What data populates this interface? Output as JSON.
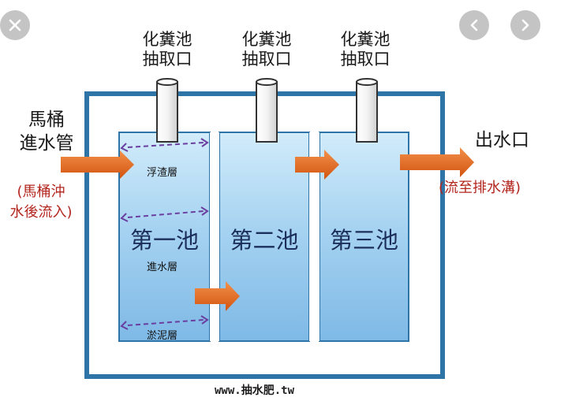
{
  "nav": {
    "close_icon": "close-icon",
    "prev_icon": "chevron-left-icon",
    "next_icon": "chevron-right-icon"
  },
  "pipes": [
    {
      "line1": "化糞池",
      "line2": "抽取口"
    },
    {
      "line1": "化糞池",
      "line2": "抽取口"
    },
    {
      "line1": "化糞池",
      "line2": "抽取口"
    }
  ],
  "inlet": {
    "line1": "馬桶",
    "line2": "進水管",
    "note1": "(馬桶沖",
    "note2": "水後流入)"
  },
  "outlet": {
    "label": "出水口",
    "note": "(流至排水溝)"
  },
  "chambers": {
    "first": "第一池",
    "second": "第二池",
    "third": "第三池"
  },
  "layers": {
    "scum": "浮渣層",
    "water": "進水層",
    "sludge": "淤泥層"
  },
  "footer": {
    "prefix": "www.",
    "brand": "抽水肥",
    "suffix": ".tw"
  },
  "colors": {
    "tank_border": "#2e74a6",
    "water": "#a8d2f0",
    "arrow": "#e2661e",
    "label_red": "#b3261e"
  }
}
